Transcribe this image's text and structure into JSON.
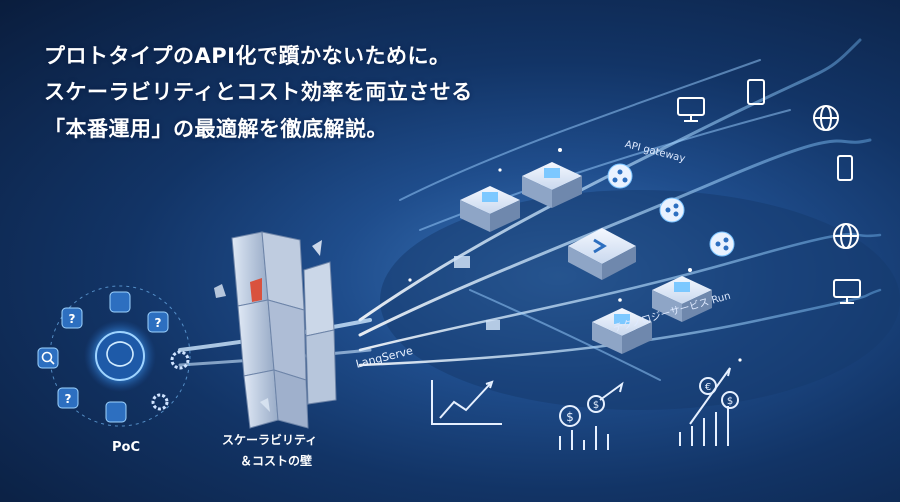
{
  "headline": {
    "line1": "プロトタイプのAPI化で躓かないために。",
    "line2": "スケーラビリティとコスト効率を両立させる",
    "line3": "「本番運用」の最適解を徹底解説。"
  },
  "labels": {
    "poc": "PoC",
    "wall_line1": "スケーラビリティ",
    "wall_line2": "＆コストの壁",
    "langserve": "LangServe",
    "api_gateway": "API gateway",
    "tech_run": "テクノロジーサービス Run"
  },
  "icons": {
    "left_cluster": [
      "question-icon",
      "question-icon",
      "search-icon",
      "question-icon",
      "gear-icon",
      "gear-icon",
      "brain-icon"
    ],
    "right_devices": [
      "monitor-icon",
      "tablet-icon",
      "globe-icon",
      "phone-icon",
      "globe-icon",
      "monitor-icon"
    ]
  },
  "colors": {
    "background": "#0b1f3f",
    "accent": "#5fb4ff",
    "glow": "#bfe3ff",
    "text": "#ffffff"
  }
}
